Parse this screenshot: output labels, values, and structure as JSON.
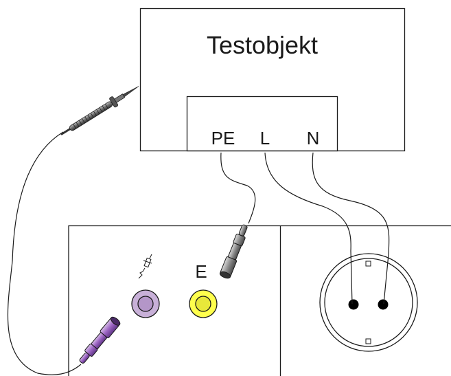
{
  "test_object": {
    "title": "Testobjekt",
    "terminals": {
      "pe": "PE",
      "l": "L",
      "n": "N"
    }
  },
  "instrument": {
    "terminal_e_label": "E",
    "probe_terminal_icon": "test-probe-icon"
  },
  "colors": {
    "probe_terminal": "#c8b0d8",
    "e_terminal": "#ffff4d",
    "purple_plug": "#a878c8",
    "grey_plug": "#8a8a8a",
    "line": "#1a1a1a"
  }
}
